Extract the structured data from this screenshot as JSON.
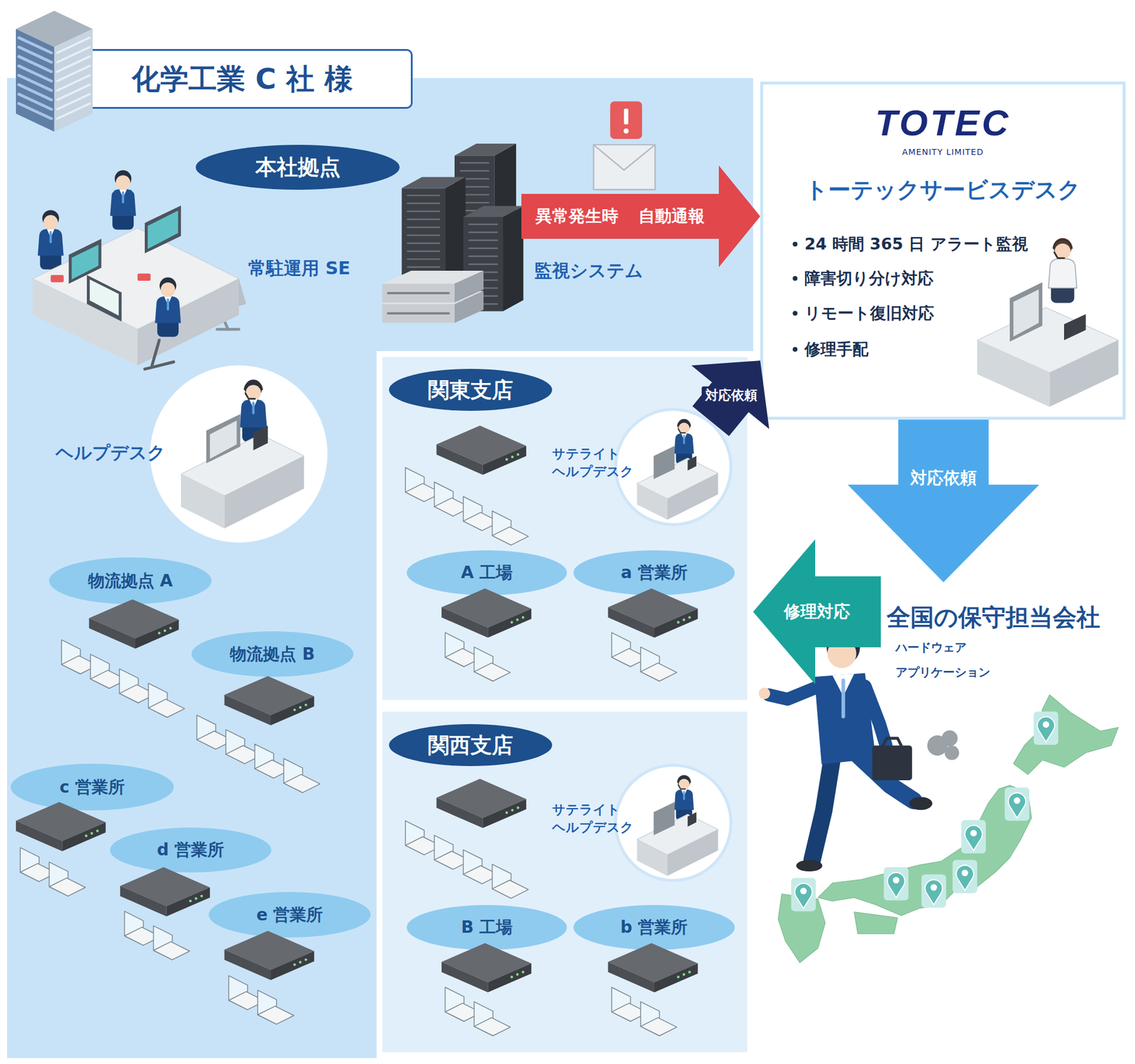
{
  "diagram": {
    "nodes": [
      {
        "text": [
          "化学工業 C 社 様"
        ]
      },
      {
        "text": [
          "本社拠点"
        ],
        "in": 0
      },
      {
        "text": [
          "監視システム"
        ],
        "in": 0
      },
      {
        "text": [
          "ヘルプデスク"
        ],
        "in": 0
      },
      {
        "text": [
          "物流拠点 A"
        ],
        "in": 0
      },
      {
        "text": [
          "物流拠点 B"
        ],
        "in": 0
      },
      {
        "text": [
          "c 営業所"
        ],
        "in": 0
      },
      {
        "text": [
          "d 営業所"
        ],
        "in": 0
      },
      {
        "text": [
          "e 営業所"
        ],
        "in": 0
      },
      {
        "text": [
          "関東支店"
        ],
        "in": 0
      },
      {
        "text": [
          "サテライト ヘルプデスク"
        ],
        "in": 9
      },
      {
        "text": [
          "A 工場"
        ],
        "in": 9
      },
      {
        "text": [
          "a 営業所"
        ],
        "in": 9
      },
      {
        "text": [
          "関西支店"
        ],
        "in": 0
      },
      {
        "text": [
          "サテライト ヘルプデスク"
        ],
        "in": 13
      },
      {
        "text": [
          "B 工場"
        ],
        "in": 13
      },
      {
        "text": [
          "b 営業所"
        ],
        "in": 13
      },
      {
        "text": [
          "TOTEC",
          "AMENITY LIMITED",
          "トーテックサービスデスク",
          "24 時間 365 日 アラート監視",
          "障害切り分け対応",
          "リモート復旧対応",
          "修理手配"
        ]
      },
      {
        "text": [
          "全国の保守担当会社",
          "ハードウェア",
          "アプリケーション"
        ]
      }
    ],
    "edges": [
      {
        "from": 2,
        "to": 17,
        "arrow": "to",
        "label": "異常発生時 自動通報"
      },
      {
        "from": 10,
        "to": 17,
        "arrow": "to",
        "label": "対応依頼"
      },
      {
        "from": 17,
        "to": 18,
        "arrow": "to",
        "label": "対応依頼"
      },
      {
        "from": 18,
        "to": 9,
        "arrow": "to",
        "label": "修理対応"
      }
    ],
    "labels": [
      "常駐運用 SE"
    ]
  }
}
